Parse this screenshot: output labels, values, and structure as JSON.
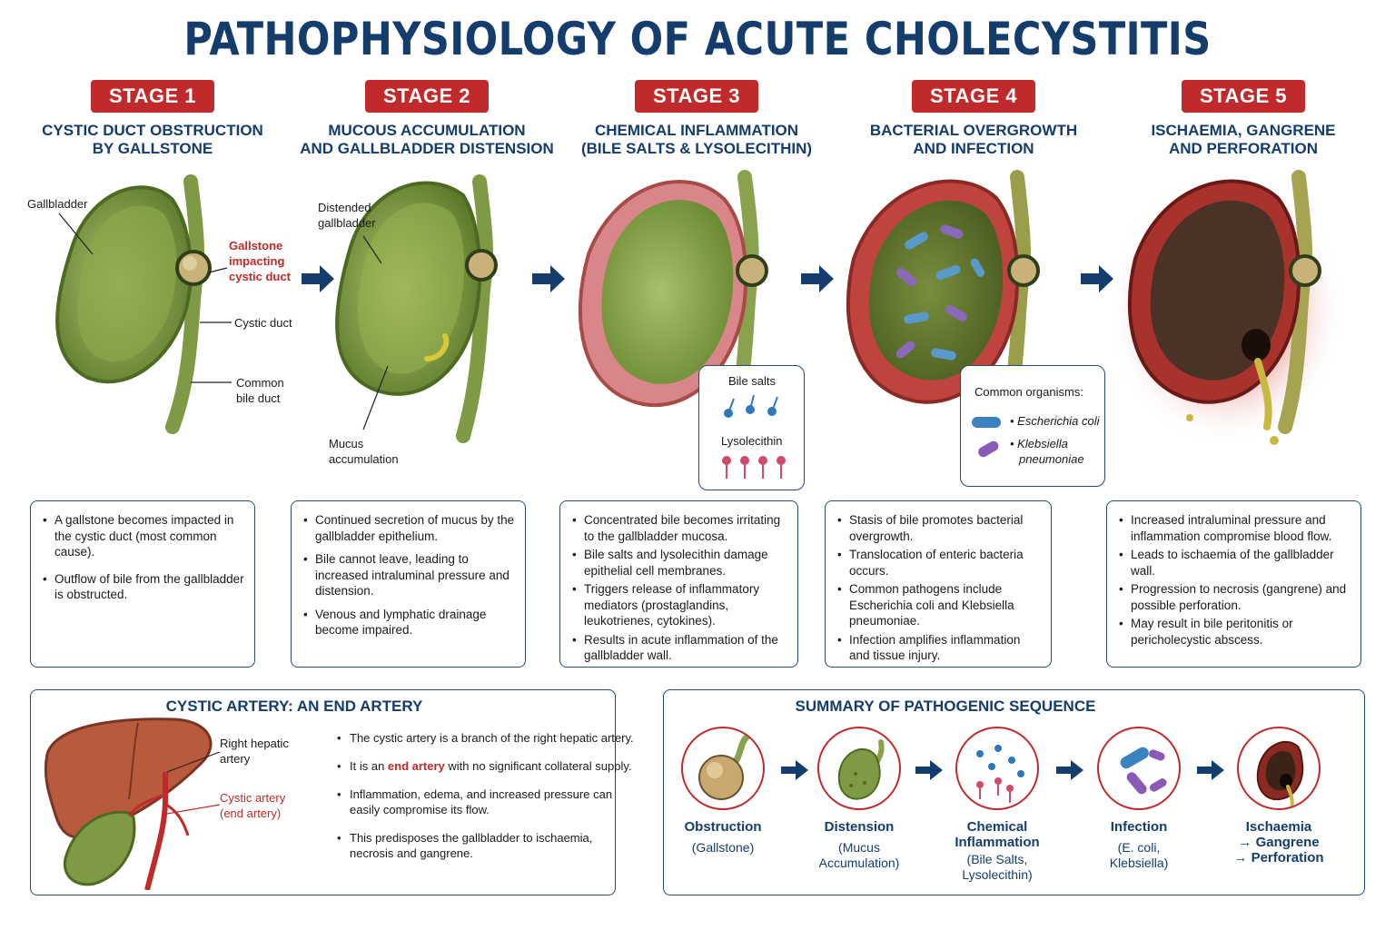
{
  "title": "PATHOPHYSIOLOGY OF ACUTE CHOLECYSTITIS",
  "stages": [
    {
      "badge": "STAGE 1",
      "subtitle": [
        "CYSTIC DUCT OBSTRUCTION",
        "BY GALLSTONE"
      ],
      "bullets": [
        "A gallstone becomes impacted in the cystic duct (most common cause).",
        "Outflow of bile from the gallbladder is obstructed."
      ]
    },
    {
      "badge": "STAGE 2",
      "subtitle": [
        "MUCOUS ACCUMULATION",
        "AND GALLBLADDER DISTENSION"
      ],
      "bullets": [
        "Continued secretion of mucus by the gallbladder epithelium.",
        "Bile cannot leave, leading to increased intraluminal pressure and distension.",
        "Venous and lymphatic drainage become impaired."
      ]
    },
    {
      "badge": "STAGE 3",
      "subtitle": [
        "CHEMICAL INFLAMMATION",
        "(BILE SALTS & LYSOLECITHIN)"
      ],
      "bullets": [
        "Concentrated bile becomes irritating to the gallbladder mucosa.",
        "Bile salts and lysolecithin damage epithelial cell membranes.",
        "Triggers release of inflammatory mediators (prostaglandins, leukotrienes, cytokines).",
        "Results in acute inflammation of the gallbladder wall."
      ]
    },
    {
      "badge": "STAGE 4",
      "subtitle": [
        "BACTERIAL OVERGROWTH",
        "AND INFECTION"
      ],
      "bullets": [
        "Stasis of bile promotes bacterial overgrowth.",
        "Translocation of enteric bacteria occurs.",
        "Common pathogens include Escherichia coli and Klebsiella pneumoniae.",
        "Infection amplifies inflammation and tissue injury."
      ]
    },
    {
      "badge": "STAGE 5",
      "subtitle": [
        "ISCHAEMIA, GANGRENE",
        "AND PERFORATION"
      ],
      "bullets": [
        "Increased intraluminal pressure and inflammation compromise blood flow.",
        "Leads to ischaemia of the gallbladder wall.",
        "Progression to necrosis (gangrene) and possible perforation.",
        "May result in bile peritonitis or pericholecystic abscess."
      ]
    }
  ],
  "labels": {
    "gallbladder": "Gallbladder",
    "gallstone": [
      "Gallstone",
      "impacting",
      "cystic duct"
    ],
    "cystic_duct": "Cystic duct",
    "common_bile_duct": [
      "Common",
      "bile duct"
    ],
    "distended": [
      "Distended",
      "gallbladder"
    ],
    "mucus": [
      "Mucus",
      "accumulation"
    ],
    "bile_salts": "Bile salts",
    "lysolecithin": "Lysolecithin",
    "organisms_title": "Common organisms:",
    "organism_1": "Escherichia coli",
    "organism_2": [
      "Klebsiella",
      "pneumoniae"
    ]
  },
  "artery_panel": {
    "title": "CYSTIC ARTERY: AN END ARTERY",
    "right_hepatic": [
      "Right hepatic",
      "artery"
    ],
    "cystic_artery": [
      "Cystic artery",
      "(end artery)"
    ],
    "bullet_1": "The cystic artery is a branch of the right hepatic artery.",
    "bullet_2_pre": "It is an ",
    "bullet_2_red": "end artery",
    "bullet_2_post": " with no significant collateral supply.",
    "bullet_3": "Inflammation, edema, and increased pressure can easily compromise its flow.",
    "bullet_4": "This predisposes the gallbladder to ischaemia, necrosis and gangrene."
  },
  "summary": {
    "title": "SUMMARY OF PATHOGENIC SEQUENCE",
    "items": [
      {
        "name": [
          "Obstruction"
        ],
        "sub": [
          "(Gallstone)"
        ]
      },
      {
        "name": [
          "Distension"
        ],
        "sub": [
          "(Mucus",
          "Accumulation)"
        ]
      },
      {
        "name": [
          "Chemical",
          "Inflammation"
        ],
        "sub": [
          "(Bile Salts,",
          "Lysolecithin)"
        ]
      },
      {
        "name": [
          "Infection"
        ],
        "sub": [
          "(E. coli,",
          "Klebsiella)"
        ]
      },
      {
        "name": [
          "Ischaemia",
          "→ Gangrene",
          "→ Perforation"
        ],
        "sub": []
      }
    ]
  },
  "colors": {
    "navy": "#143d6e",
    "red": "#c12a2a",
    "bile_green": "#8aa84a",
    "wall_red": "#c8504a"
  }
}
